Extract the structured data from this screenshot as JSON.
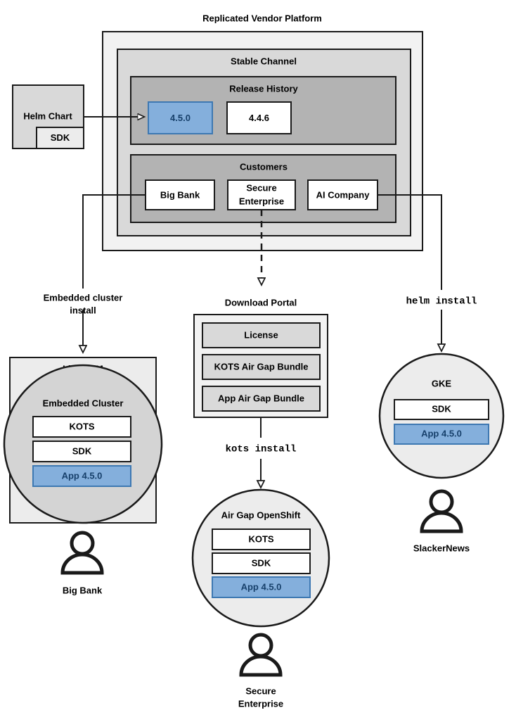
{
  "diagram": {
    "title": "Replicated Vendor Platform",
    "platform": {
      "label": "Replicated Vendor Platform",
      "channel": {
        "label": "Stable Channel",
        "release_history": {
          "label": "Release History",
          "releases": [
            {
              "version": "4.5.0",
              "highlighted": true
            },
            {
              "version": "4.4.6",
              "highlighted": false
            }
          ]
        },
        "customers": {
          "label": "Customers",
          "items": [
            {
              "name": "Big Bank"
            },
            {
              "name": "Secure\nEnterprise",
              "line1": "Secure",
              "line2": "Enterprise"
            },
            {
              "name": "AI Company"
            }
          ]
        }
      }
    },
    "source": {
      "label": "Helm Chart",
      "sub_label": "SDK"
    },
    "edge_labels": {
      "embedded_cluster_install_line1": "Embedded cluster",
      "embedded_cluster_install_line2": "install",
      "helm_install": "helm install",
      "kots_install": "kots install"
    },
    "download_portal": {
      "label": "Download Portal",
      "artifacts": [
        {
          "label": "License"
        },
        {
          "label": "KOTS Air Gap Bundle"
        },
        {
          "label": "App Air Gap Bundle"
        }
      ]
    },
    "targets": [
      {
        "id": "linux-vm",
        "label": "Linux VM",
        "inner_label": "Embedded Cluster",
        "components": [
          {
            "label": "KOTS",
            "highlighted": false
          },
          {
            "label": "SDK",
            "highlighted": false
          },
          {
            "label": "App 4.5.0",
            "highlighted": true
          }
        ],
        "customer": "Big Bank"
      },
      {
        "id": "air-gap-openshift",
        "label": "Air Gap OpenShift",
        "components": [
          {
            "label": "KOTS",
            "highlighted": false
          },
          {
            "label": "SDK",
            "highlighted": false
          },
          {
            "label": "App 4.5.0",
            "highlighted": true
          }
        ],
        "customer_line1": "Secure",
        "customer_line2": "Enterprise"
      },
      {
        "id": "gke",
        "label": "GKE",
        "components": [
          {
            "label": "SDK",
            "highlighted": false
          },
          {
            "label": "App 4.5.0",
            "highlighted": true
          }
        ],
        "customer": "SlackerNews"
      }
    ],
    "colors": {
      "highlight_fill": "#84afdc",
      "highlight_stroke": "#3d78b2",
      "highlight_text": "#17406b",
      "outer_fill": "#f2f2f2",
      "channel_fill": "#d9d9d9",
      "inner_fill": "#b3b3b3",
      "stroke": "#1a1a1a"
    }
  }
}
